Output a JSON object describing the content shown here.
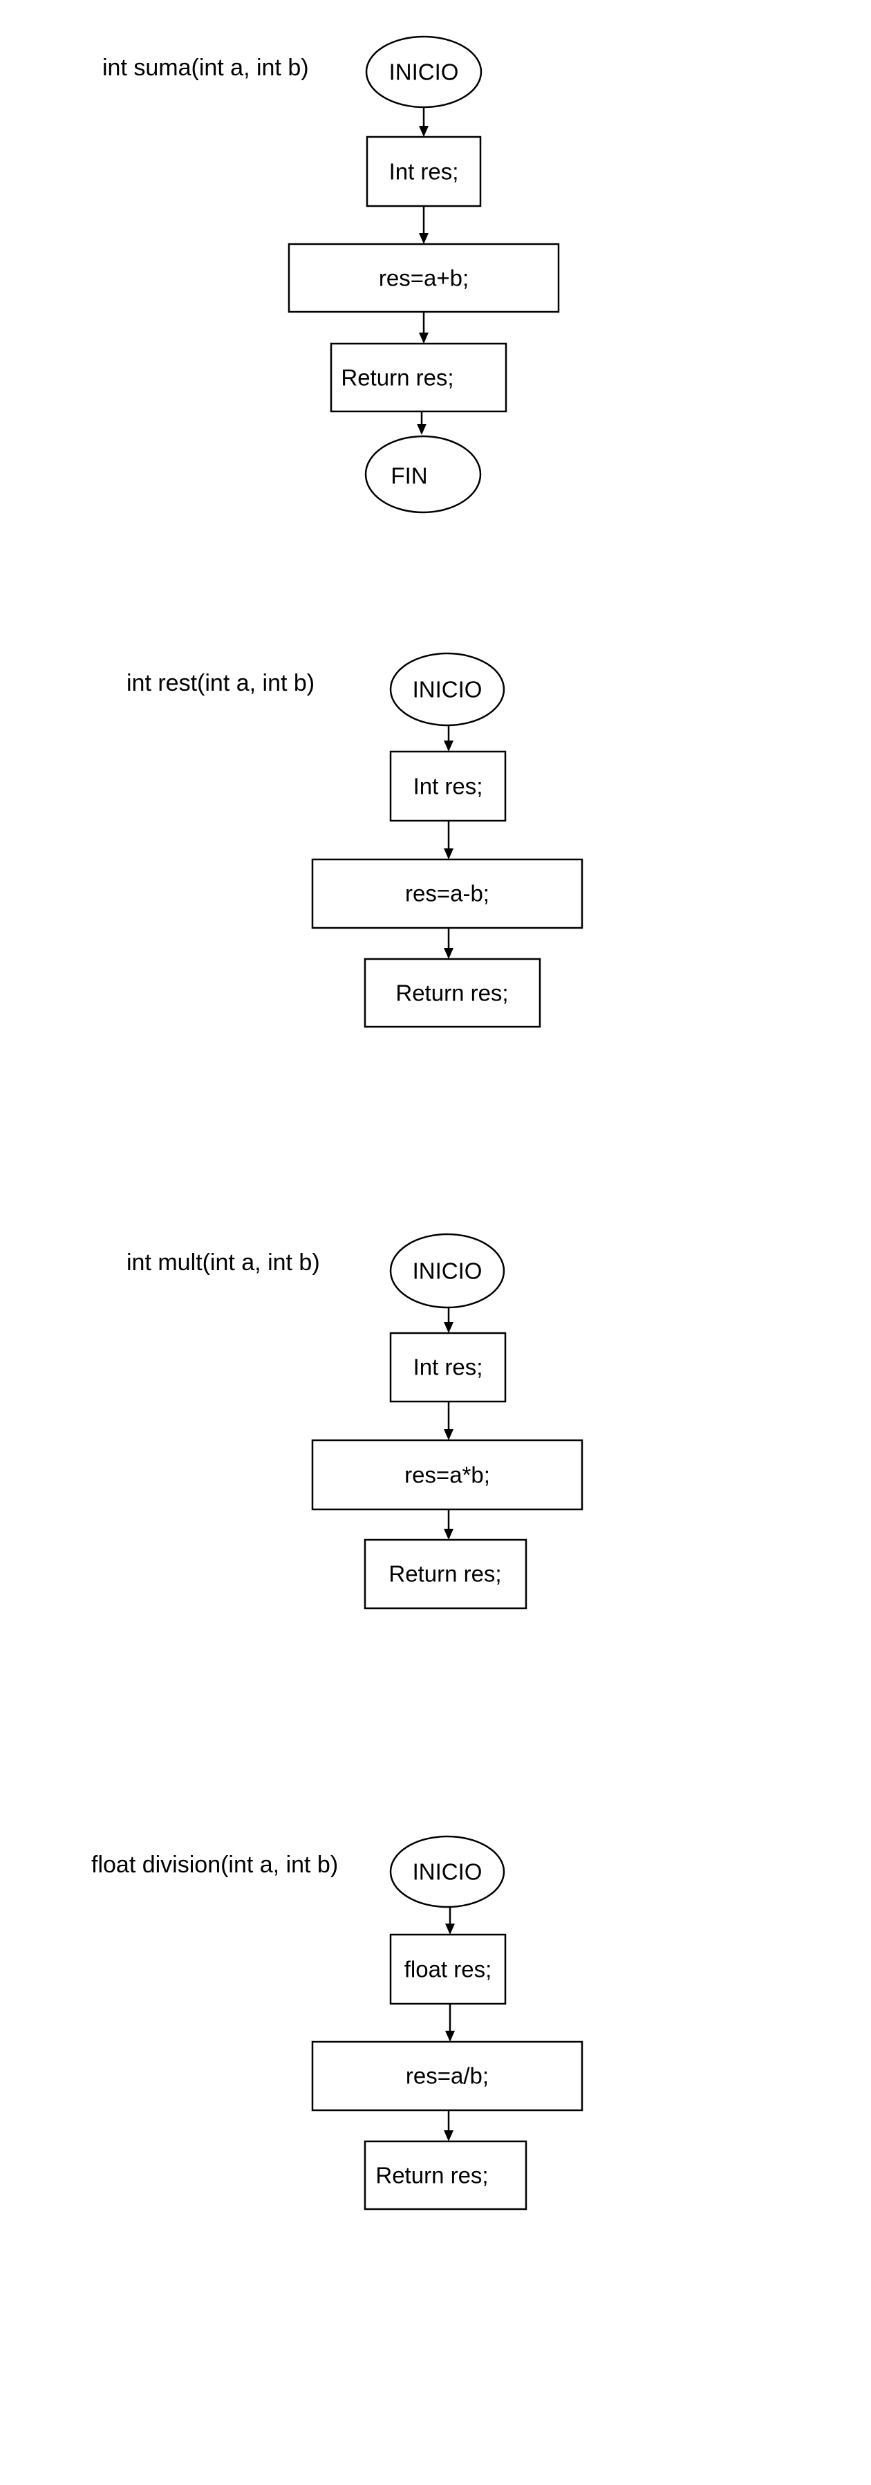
{
  "style": {
    "stroke_color": "#000000",
    "fill_color": "#ffffff",
    "background": "#ffffff"
  },
  "diagrams": [
    {
      "id": "suma",
      "title": "int suma(int a, int b)",
      "nodes": [
        {
          "shape": "ellipse",
          "label": "INICIO"
        },
        {
          "shape": "rect",
          "label": "Int res;"
        },
        {
          "shape": "rect",
          "label": "res=a+b;"
        },
        {
          "shape": "rect",
          "label": "Return res;"
        },
        {
          "shape": "ellipse",
          "label": "FIN"
        }
      ]
    },
    {
      "id": "rest",
      "title": "int rest(int a, int b)",
      "nodes": [
        {
          "shape": "ellipse",
          "label": "INICIO"
        },
        {
          "shape": "rect",
          "label": "Int res;"
        },
        {
          "shape": "rect",
          "label": "res=a-b;"
        },
        {
          "shape": "rect",
          "label": "Return res;"
        }
      ]
    },
    {
      "id": "mult",
      "title": "int mult(int a, int b)",
      "nodes": [
        {
          "shape": "ellipse",
          "label": "INICIO"
        },
        {
          "shape": "rect",
          "label": "Int res;"
        },
        {
          "shape": "rect",
          "label": "res=a*b;"
        },
        {
          "shape": "rect",
          "label": "Return res;"
        }
      ]
    },
    {
      "id": "division",
      "title": "float division(int a, int b)",
      "nodes": [
        {
          "shape": "ellipse",
          "label": "INICIO"
        },
        {
          "shape": "rect",
          "label": "float res;"
        },
        {
          "shape": "rect",
          "label": "res=a/b;"
        },
        {
          "shape": "rect",
          "label": "Return res;"
        }
      ]
    }
  ]
}
